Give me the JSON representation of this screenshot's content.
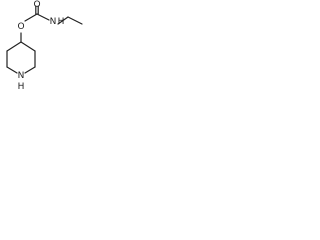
{
  "molecule": {
    "atoms": {
      "oxygen_carbonyl": "O",
      "oxygen_ester": "O",
      "nitrogen_amide": "N",
      "hydrogen_amide": "H",
      "nitrogen_ring": "N",
      "hydrogen_ring": "H"
    }
  }
}
